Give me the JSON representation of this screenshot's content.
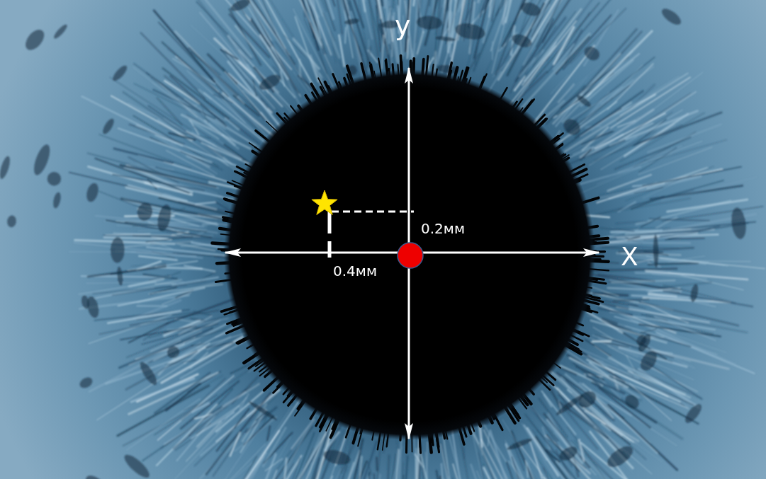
{
  "diagram": {
    "labels": [
      "у",
      "X",
      "0.2мм",
      "0.4мм"
    ]
  }
}
